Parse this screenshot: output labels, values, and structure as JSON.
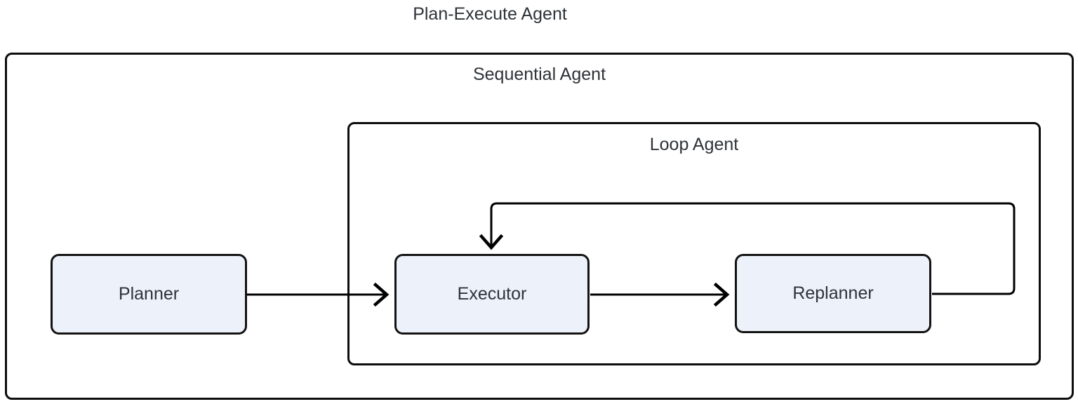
{
  "diagram": {
    "title": "Plan-Execute Agent",
    "containers": {
      "sequential": {
        "label": "Sequential Agent"
      },
      "loop": {
        "label": "Loop Agent"
      }
    },
    "nodes": {
      "planner": {
        "label": "Planner"
      },
      "executor": {
        "label": "Executor"
      },
      "replanner": {
        "label": "Replanner"
      }
    },
    "edges": [
      {
        "from": "Planner",
        "to": "Executor",
        "type": "straight-arrow"
      },
      {
        "from": "Executor",
        "to": "Replanner",
        "type": "straight-arrow"
      },
      {
        "from": "Replanner",
        "to": "Executor",
        "type": "loop-back-arrow"
      }
    ],
    "colors": {
      "background": "#ffffff",
      "node_fill": "#edf2fa",
      "node_border": "#131313",
      "container_border": "#0d0d0d",
      "edge_stroke": "#000000",
      "text": "#2e3338"
    }
  }
}
